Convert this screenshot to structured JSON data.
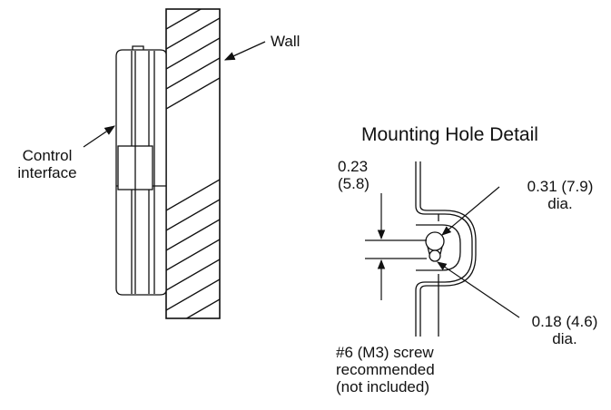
{
  "labels": {
    "wall": "Wall",
    "control_interface": [
      "Control",
      "interface"
    ],
    "mounting_hole_title": "Mounting Hole Detail",
    "dim_023": [
      "0.23",
      "(5.8)"
    ],
    "dim_031": [
      "0.31 (7.9)",
      "dia."
    ],
    "dim_018": [
      "0.18 (4.6)",
      "dia."
    ],
    "screw_note": [
      "#6 (M3) screw",
      "recommended",
      "(not included)"
    ]
  }
}
